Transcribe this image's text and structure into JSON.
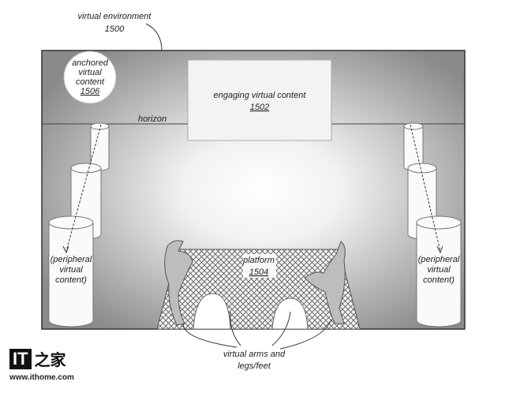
{
  "labels": {
    "environment": "virtual environment",
    "environment_num": "1500",
    "engaging": "engaging virtual content",
    "engaging_num": "1502",
    "anchored_lines": [
      "anchored",
      "virtual",
      "content"
    ],
    "anchored_num": "1506",
    "horizon": "horizon",
    "platform": "platform",
    "platform_num": "1504",
    "peripheral_left": [
      "(peripheral",
      "virtual",
      "content)"
    ],
    "peripheral_right": [
      "(peripheral",
      "virtual",
      "content)"
    ],
    "arms_lines": [
      "virtual arms and",
      "legs/feet"
    ]
  },
  "watermark": {
    "logo_text": "IT",
    "logo_cn": "之家",
    "url": "www.ithome.com"
  }
}
